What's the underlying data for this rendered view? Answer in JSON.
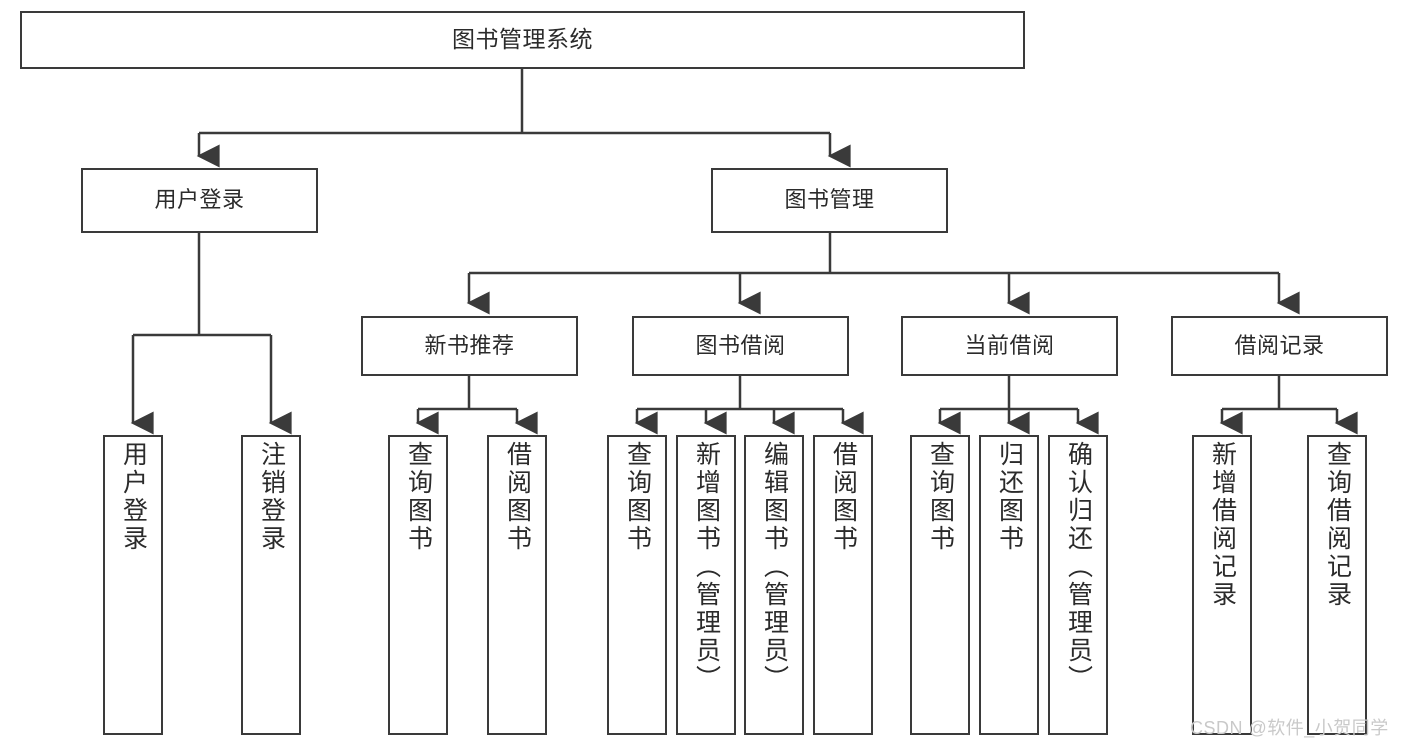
{
  "diagram": {
    "type": "tree",
    "title": "图书管理系统",
    "watermark": "CSDN @软件_小贺同学",
    "colors": {
      "stroke": "#3a3a3a",
      "fill": "#ffffff",
      "text": "#2b2b2b",
      "watermark": "#c9c9c9"
    },
    "nodes": {
      "root": {
        "label": "图书管理系统"
      },
      "level2": [
        {
          "label": "用户登录"
        },
        {
          "label": "图书管理"
        }
      ],
      "level3": [
        {
          "label": "新书推荐"
        },
        {
          "label": "图书借阅"
        },
        {
          "label": "当前借阅"
        },
        {
          "label": "借阅记录"
        }
      ],
      "leaves_user_login": [
        {
          "label": "用户登录"
        },
        {
          "label": "注销登录"
        }
      ],
      "leaves_new_book": [
        {
          "label": "查询图书"
        },
        {
          "label": "借阅图书"
        }
      ],
      "leaves_borrow": [
        {
          "label": "查询图书"
        },
        {
          "label": "新增图书（管理员）"
        },
        {
          "label": "编辑图书（管理员）"
        },
        {
          "label": "借阅图书"
        }
      ],
      "leaves_current": [
        {
          "label": "查询图书"
        },
        {
          "label": "归还图书"
        },
        {
          "label": "确认归还（管理员）"
        }
      ],
      "leaves_record": [
        {
          "label": "新增借阅记录"
        },
        {
          "label": "查询借阅记录"
        }
      ]
    }
  }
}
